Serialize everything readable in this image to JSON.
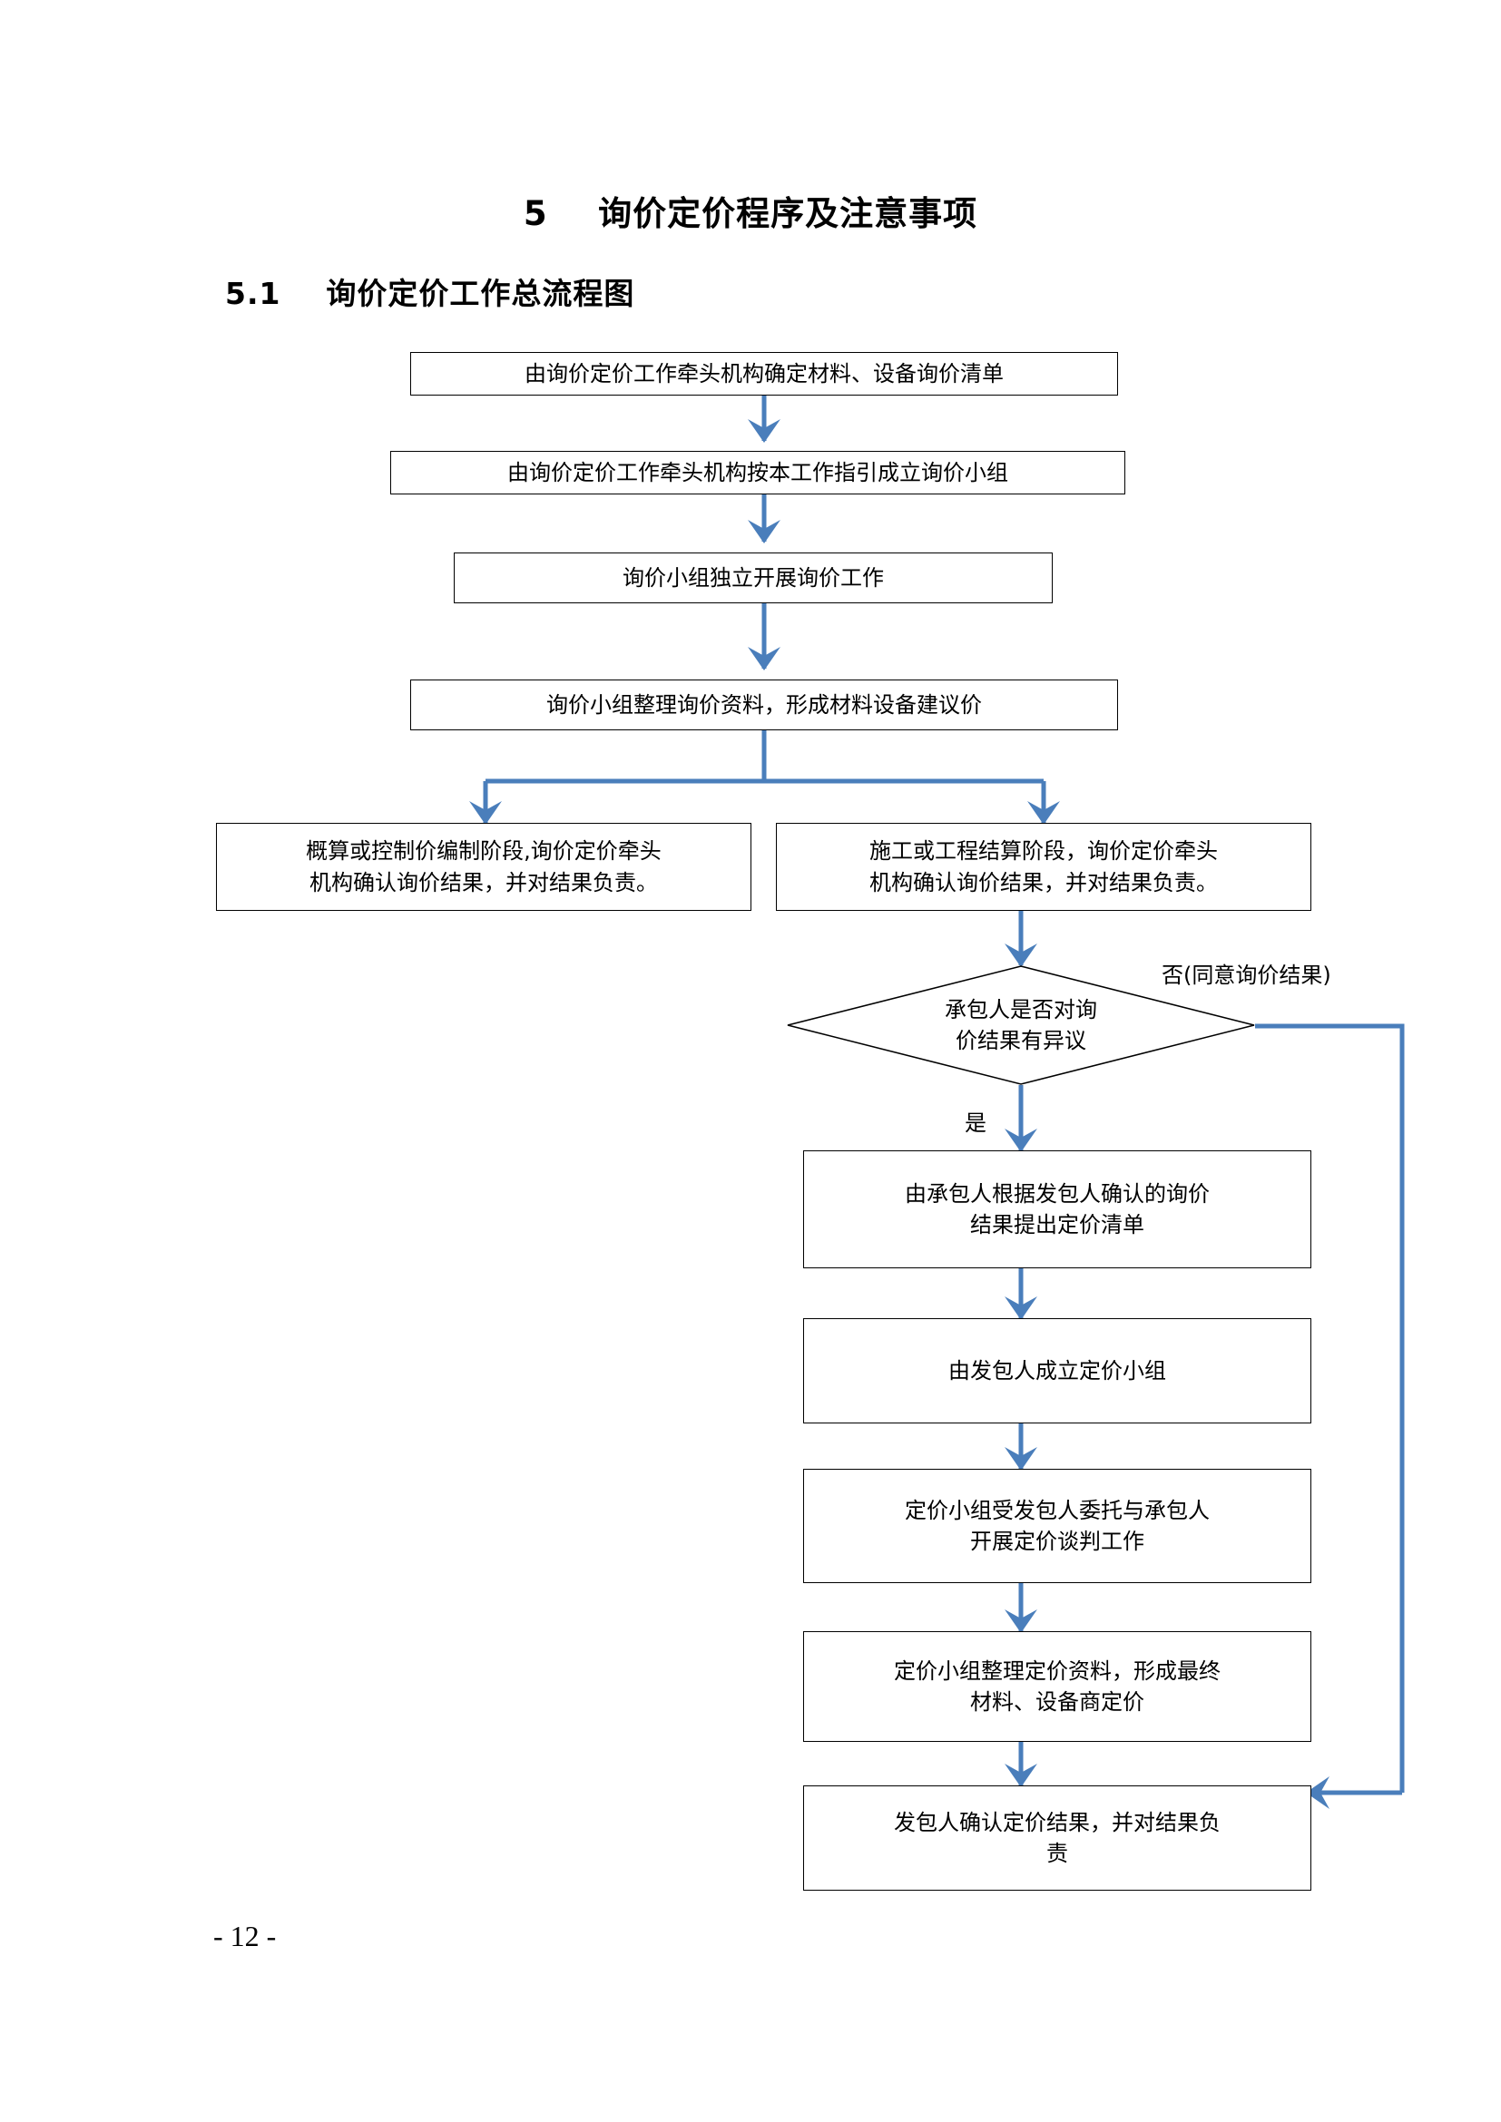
{
  "document": {
    "title": "5    询价定价程序及注意事项",
    "subtitle": "5.1    询价定价工作总流程图",
    "page_number": "- 12 -"
  },
  "colors": {
    "connector": "#4a7ebb",
    "node_border": "#000000",
    "node_fill": "#ffffff",
    "text": "#000000"
  },
  "chart_data": {
    "type": "flowchart",
    "title": "询价定价工作总流程图",
    "nodes": [
      {
        "id": "n1",
        "shape": "process",
        "text": "由询价定价工作牵头机构确定材料、设备询价清单"
      },
      {
        "id": "n2",
        "shape": "process",
        "text": "由询价定价工作牵头机构按本工作指引成立询价小组"
      },
      {
        "id": "n3",
        "shape": "process",
        "text": "询价小组独立开展询价工作"
      },
      {
        "id": "n4",
        "shape": "process",
        "text": "询价小组整理询价资料，形成材料设备建议价"
      },
      {
        "id": "n5",
        "shape": "process",
        "text": "概算或控制价编制阶段,询价定价牵头\n机构确认询价结果，并对结果负责。"
      },
      {
        "id": "n6",
        "shape": "process",
        "text": "施工或工程结算阶段，询价定价牵头\n机构确认询价结果，并对结果负责。"
      },
      {
        "id": "d1",
        "shape": "decision",
        "text": "承包人是否对询\n价结果有异议"
      },
      {
        "id": "n7",
        "shape": "process",
        "text": "由承包人根据发包人确认的询价\n结果提出定价清单"
      },
      {
        "id": "n8",
        "shape": "process",
        "text": "由发包人成立定价小组"
      },
      {
        "id": "n9",
        "shape": "process",
        "text": "定价小组受发包人委托与承包人\n开展定价谈判工作"
      },
      {
        "id": "n10",
        "shape": "process",
        "text": "定价小组整理定价资料，形成最终\n材料、设备商定价"
      },
      {
        "id": "n11",
        "shape": "process",
        "text": "发包人确认定价结果，并对结果负\n责"
      }
    ],
    "edges": [
      {
        "from": "n1",
        "to": "n2",
        "label": ""
      },
      {
        "from": "n2",
        "to": "n3",
        "label": ""
      },
      {
        "from": "n3",
        "to": "n4",
        "label": ""
      },
      {
        "from": "n4",
        "to": "n5",
        "label": ""
      },
      {
        "from": "n4",
        "to": "n6",
        "label": ""
      },
      {
        "from": "n6",
        "to": "d1",
        "label": ""
      },
      {
        "from": "d1",
        "to": "n7",
        "label": "是"
      },
      {
        "from": "d1",
        "to": "n11",
        "label": "否(同意询价结果)"
      },
      {
        "from": "n7",
        "to": "n8",
        "label": ""
      },
      {
        "from": "n8",
        "to": "n9",
        "label": ""
      },
      {
        "from": "n9",
        "to": "n10",
        "label": ""
      },
      {
        "from": "n10",
        "to": "n11",
        "label": ""
      }
    ],
    "edge_labels": {
      "yes": "是",
      "no": "否(同意询价结果)"
    }
  }
}
